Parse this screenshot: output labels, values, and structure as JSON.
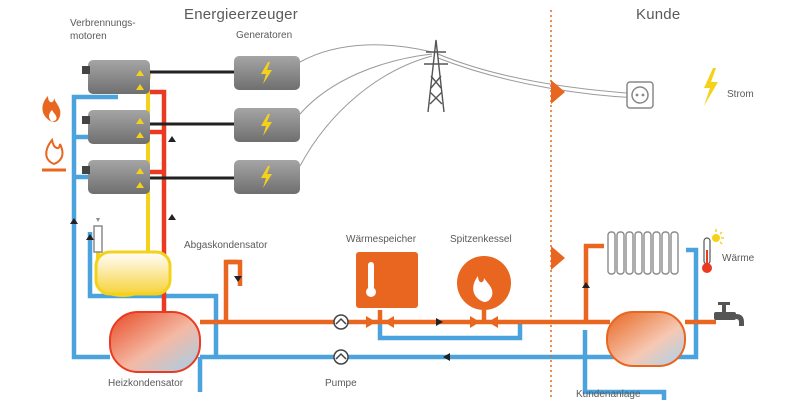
{
  "headings": {
    "producer": "Energieerzeuger",
    "customer": "Kunde"
  },
  "labels": {
    "engines_line1": "Verbrennungs-",
    "engines_line2": "motoren",
    "generators": "Generatoren",
    "power": "Strom",
    "exhaust_condenser": "Abgaskondensator",
    "heat_storage": "Wärmespeicher",
    "peak_boiler": "Spitzenkessel",
    "heat": "Wärme",
    "heating_condenser": "Heizkondensator",
    "pump": "Pumpe",
    "customer_plant": "Kundenanlage"
  },
  "colors": {
    "supply": "#e8661f",
    "return": "#4aa3dc",
    "hot_core": "#ea3a22",
    "exhaust": "#f5d21a",
    "machine": "#8a8a8a",
    "divider": "#e8661f",
    "text": "#5a5a5a"
  },
  "icons": [
    "flame-icon",
    "gas-flame-icon",
    "lightning-icon",
    "power-pylon-icon",
    "socket-icon",
    "thermometer-icon",
    "sun-icon",
    "radiator-icon",
    "faucet-icon",
    "chimney-icon",
    "pump-icon"
  ]
}
